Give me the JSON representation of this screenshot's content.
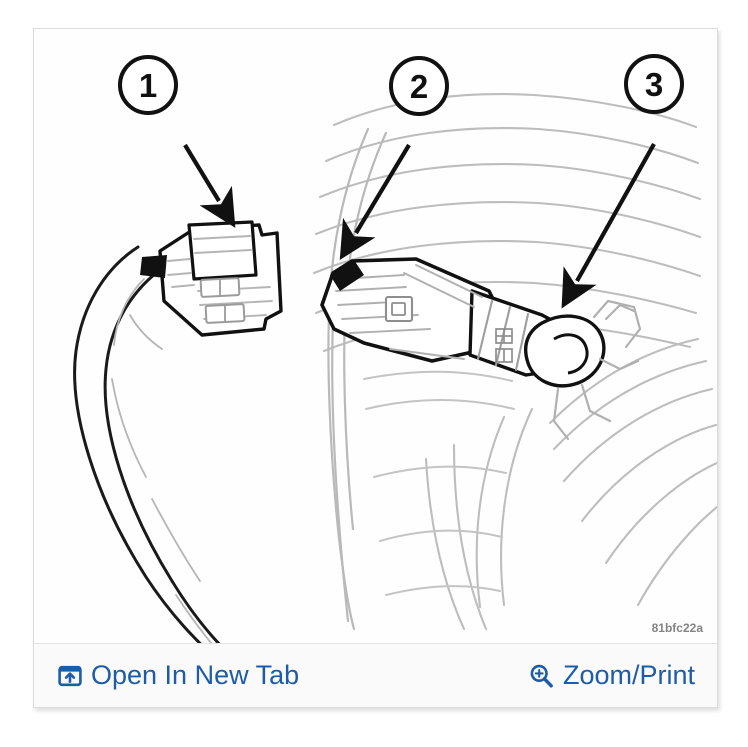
{
  "viewer": {
    "figure": {
      "alt_title": "Camshaft position sensor electrical connector and mounting",
      "watermark": "81bfc22a",
      "callouts": [
        {
          "number": "1",
          "target": "electrical-connector"
        },
        {
          "number": "2",
          "target": "sensor-connector-body"
        },
        {
          "number": "3",
          "target": "sensor-mounting-bolt"
        }
      ]
    },
    "toolbar": {
      "open_new_tab": {
        "label": "Open In New Tab",
        "icon": "open-in-new-tab-icon"
      },
      "zoom_print": {
        "label": "Zoom/Print",
        "icon": "magnifier-plus-icon"
      }
    },
    "colors": {
      "link": "#1d5ca8",
      "toolbar_background": "#fafafa",
      "card_border": "#dcdcdc",
      "line_dark": "#111111",
      "line_light": "#b9b9b9",
      "watermark": "#6e6e6e"
    }
  }
}
